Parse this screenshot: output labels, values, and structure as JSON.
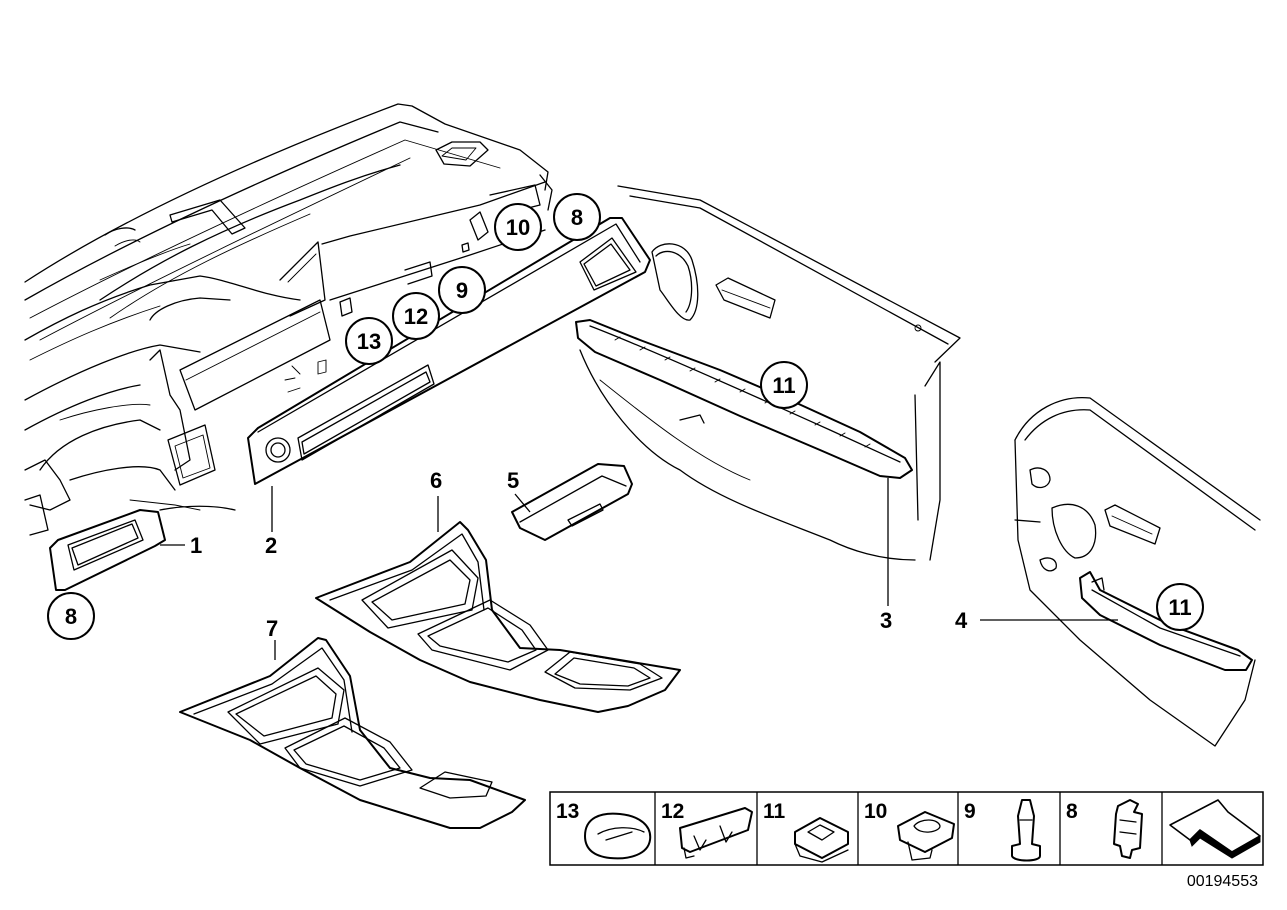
{
  "diagram": {
    "reference_number": "00194553",
    "part_labels": [
      "1",
      "2",
      "3",
      "4",
      "5",
      "6",
      "7"
    ],
    "circle_labels": {
      "left_bottom": "8",
      "panel_a": "13",
      "panel_b": "12",
      "panel_c": "9",
      "panel_d": "10",
      "panel_e": "8",
      "front_door": "11",
      "rear_door": "11"
    },
    "fastener_table": [
      "13",
      "12",
      "11",
      "10",
      "9",
      "8"
    ]
  }
}
